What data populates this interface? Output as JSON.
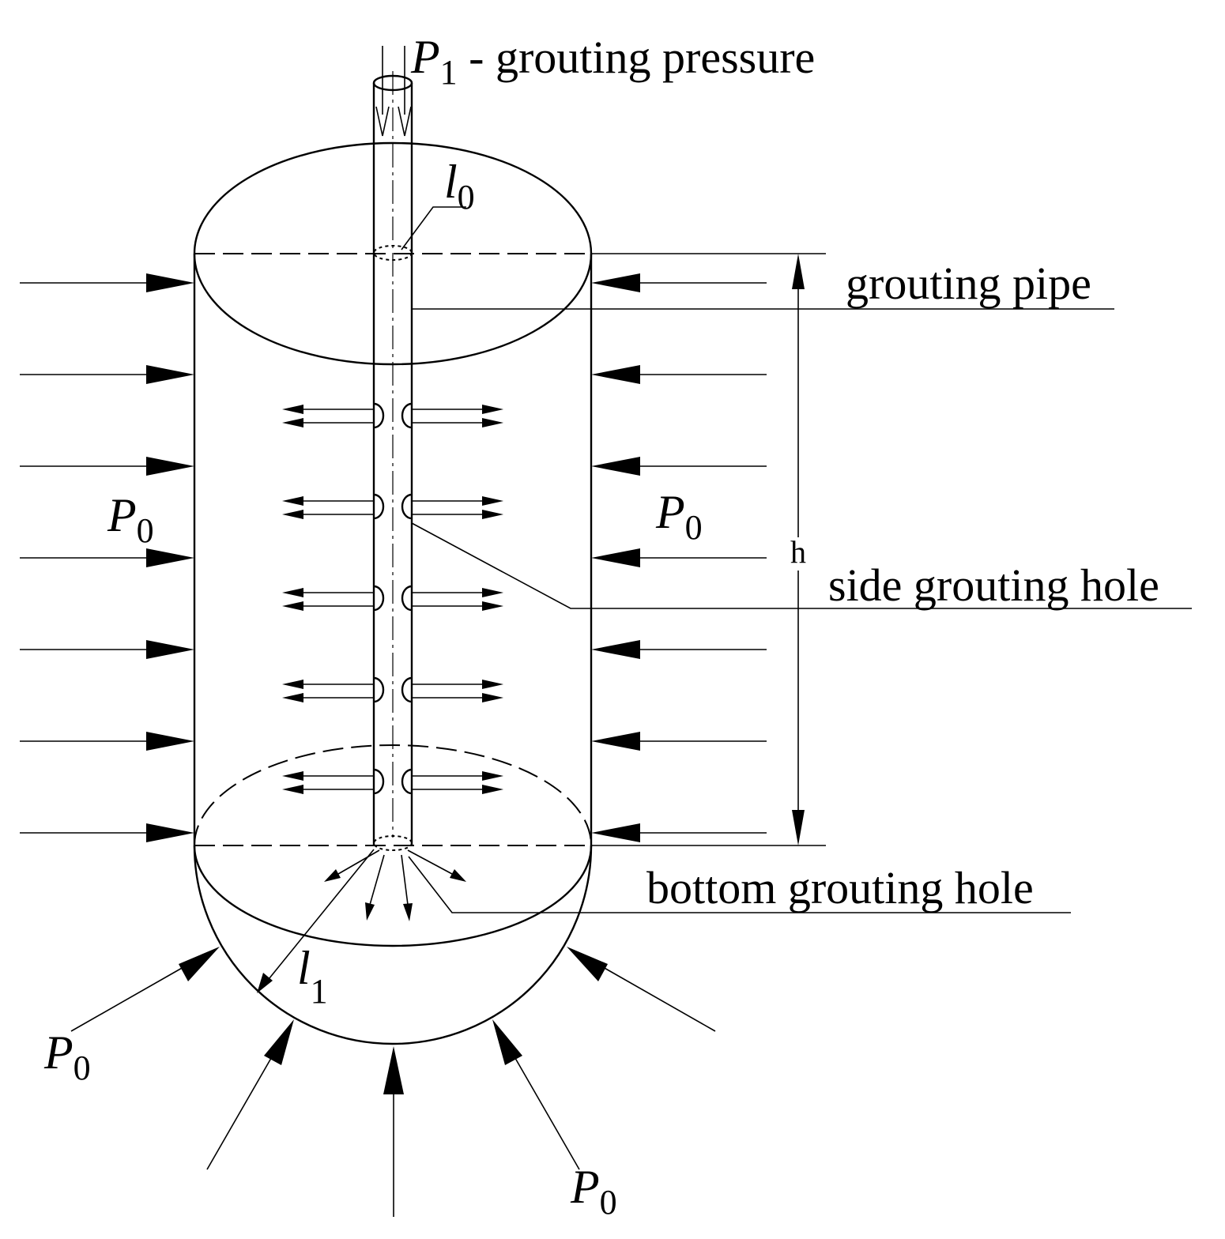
{
  "labels": {
    "p1_symbol": "P",
    "p1_subscript": "1",
    "p1_text": " - grouting pressure",
    "l0_symbol": "l",
    "l0_subscript": "0",
    "grouting_pipe": "grouting pipe",
    "side_grouting_hole": "side grouting hole",
    "bottom_grouting_hole": "bottom grouting hole",
    "h": "h",
    "l1_symbol": "l",
    "l1_subscript": "1",
    "p0_symbol": "P",
    "p0_subscript": "0"
  }
}
